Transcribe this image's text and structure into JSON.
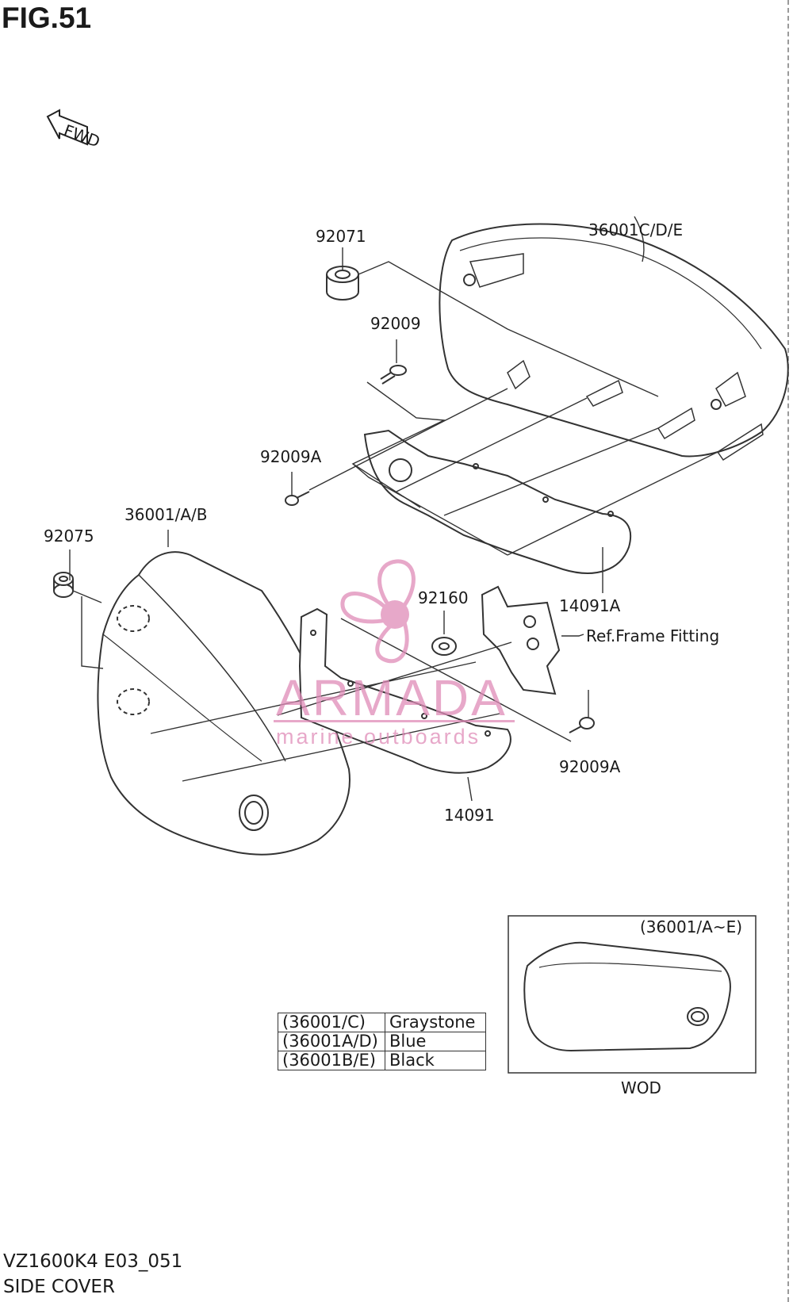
{
  "figure": {
    "title": "FIG.51"
  },
  "direction_arrow": {
    "text": "FWD",
    "icon": "forward-direction-arrow-icon"
  },
  "callouts": {
    "p92071": "92071",
    "p36001cde": "36001C/D/E",
    "p92009": "92009",
    "p92009a_top": "92009A",
    "p36001ab": "36001/A/B",
    "p92075": "92075",
    "p14091a": "14091A",
    "p92160": "92160",
    "ref_frame": "Ref.Frame Fitting",
    "p92009a_bottom": "92009A",
    "p14091": "14091"
  },
  "watermark": {
    "name": "ARMADA",
    "tagline": "marine outboards",
    "color": "#e08bb8"
  },
  "legend_table": {
    "rows": [
      {
        "code": "(36001/C)",
        "color": "Graystone"
      },
      {
        "code": "(36001A/D)",
        "color": "Blue"
      },
      {
        "code": "(36001B/E)",
        "color": "Black"
      }
    ]
  },
  "inset": {
    "title": "(36001/A~E)",
    "caption": "WOD"
  },
  "footer": {
    "model": "VZ1600K4 E03_051",
    "section": "SIDE COVER"
  }
}
